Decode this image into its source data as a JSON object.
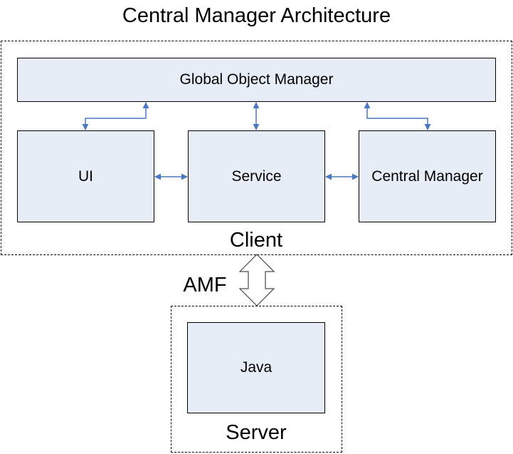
{
  "diagram": {
    "title": "Central Manager Architecture",
    "client": {
      "label": "Client",
      "components": {
        "global_object_manager": "Global Object Manager",
        "ui": "UI",
        "service": "Service",
        "central_manager": "Central Manager"
      }
    },
    "protocol": {
      "label": "AMF"
    },
    "server": {
      "label": "Server",
      "components": {
        "java": "Java"
      }
    },
    "colors": {
      "box_fill": "#e7edf6",
      "connector": "#4a78bd",
      "border": "#000000"
    }
  }
}
